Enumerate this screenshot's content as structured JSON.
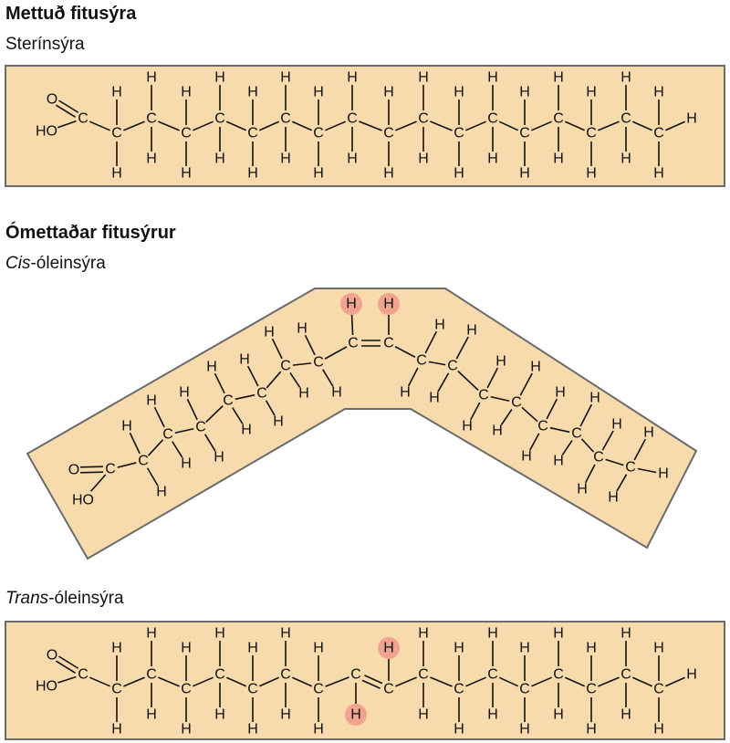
{
  "saturated": {
    "heading": "Mettuð fitusýra",
    "name": "Sterínsýra"
  },
  "unsaturated": {
    "heading": "Ómettaðar fitusýrur",
    "cis_prefix": "Cis",
    "cis_rest": "-óleinsýra",
    "trans_prefix": "Trans",
    "trans_rest": "-óleinsýra"
  },
  "atoms": {
    "carbon": "C",
    "hydrogen": "H",
    "oxygen": "O",
    "hydroxyl": "HO"
  },
  "colors": {
    "box_fill": "#f8dbad",
    "box_stroke": "#6b6b6b",
    "highlight_h": "#f0a48f",
    "bond": "#111111"
  }
}
